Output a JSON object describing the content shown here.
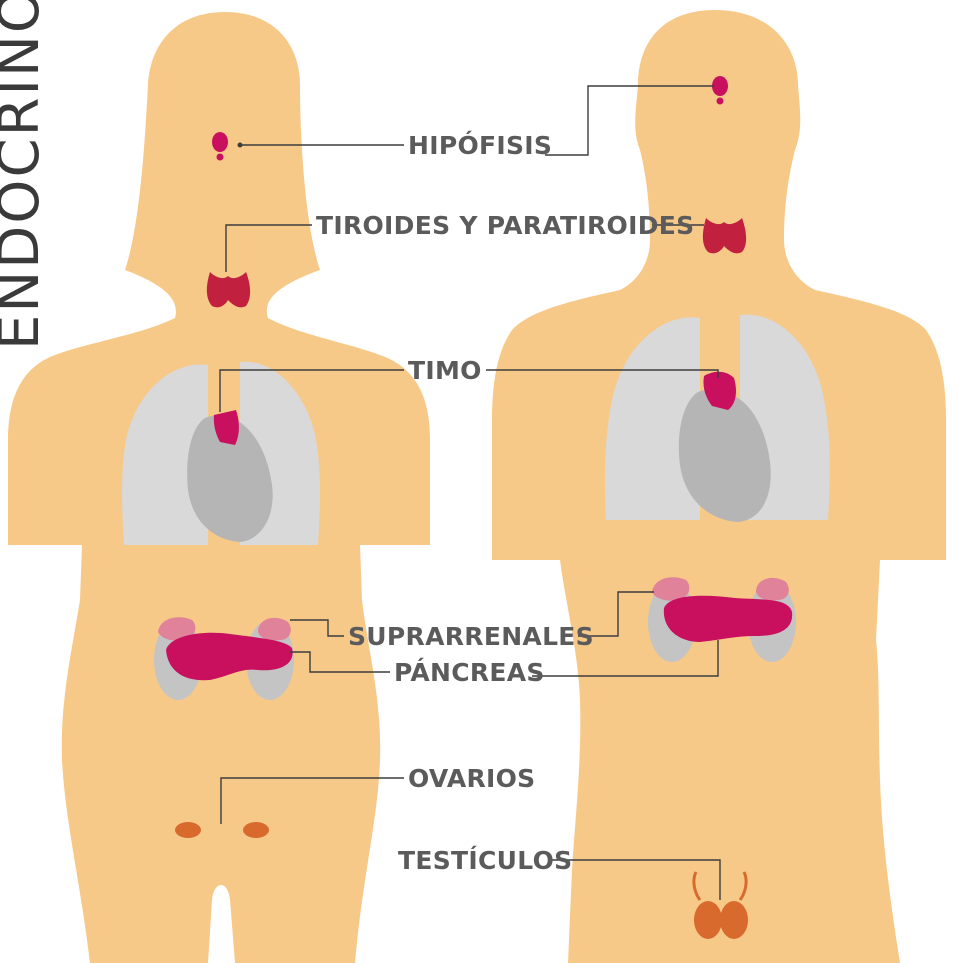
{
  "side_title": "ENDOCRINO",
  "labels": {
    "hipofisis": "HIPÓFISIS",
    "tiroides": "TIROIDES Y PARATIROIDES",
    "timo": "TIMO",
    "suprarrenales": "SUPRARRENALES",
    "pancreas": "PÁNCREAS",
    "ovarios": "OVARIOS",
    "testiculos": "TESTÍCULOS"
  },
  "colors": {
    "skin": "#f7c988",
    "lung": "#d9d9d9",
    "heart": "#b5b5b5",
    "kidney": "#c4c4c4",
    "gland_magenta": "#c8105f",
    "thyroid_red": "#c1203f",
    "adrenal_pink": "#e0829a",
    "gonad_orange": "#d86a2e",
    "text": "#5b5b5b",
    "line": "#3d3d3d"
  },
  "icons": {
    "female": "female-body-icon",
    "male": "male-body-icon"
  }
}
